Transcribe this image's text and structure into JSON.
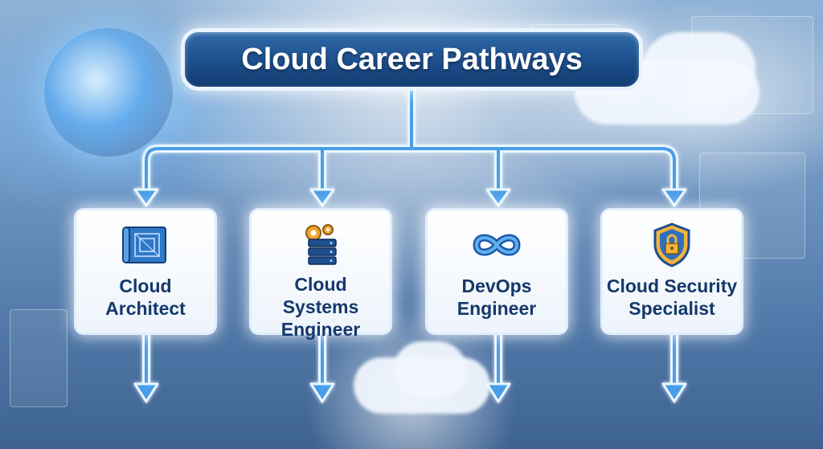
{
  "title": "Cloud Career Pathways",
  "roles": [
    {
      "line1": "Cloud",
      "line2": "Architect",
      "icon": "blueprint-icon"
    },
    {
      "line1": "Cloud Systems",
      "line2": "Engineer",
      "icon": "server-gears-icon"
    },
    {
      "line1": "DevOps",
      "line2": "Engineer",
      "icon": "infinity-loop-icon"
    },
    {
      "line1": "Cloud Security",
      "line2": "Specialist",
      "icon": "shield-lock-icon"
    }
  ],
  "colors": {
    "title_box": "#1d4f8c",
    "card_text": "#14386b",
    "arrow_fill": "#4a9ee8",
    "arrow_outline": "#eaf6ff"
  }
}
